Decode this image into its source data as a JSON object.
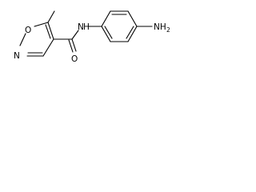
{
  "diagram": {
    "type": "chemical-structure",
    "atoms": {
      "isoxazole_oxygen": "O",
      "isoxazole_nitrogen": "N",
      "amide_nitrogen": "N",
      "amide_hydrogen": "H",
      "carbonyl_oxygen": "O",
      "amino_nitrogen": "NH",
      "amino_subscript": "2"
    },
    "colors": {
      "bond": "#000000",
      "label": "#000000",
      "background": "#ffffff"
    }
  }
}
